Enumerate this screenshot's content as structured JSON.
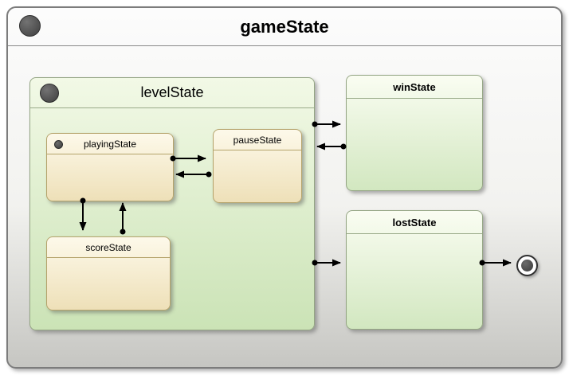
{
  "diagram": {
    "type": "uml-state-machine",
    "root_state": "gameState",
    "states": {
      "gameState": {
        "label": "gameState",
        "kind": "composite-root"
      },
      "levelState": {
        "label": "levelState",
        "kind": "composite"
      },
      "playingState": {
        "label": "playingState",
        "kind": "simple"
      },
      "pauseState": {
        "label": "pauseState",
        "kind": "simple"
      },
      "scoreState": {
        "label": "scoreState",
        "kind": "simple"
      },
      "winState": {
        "label": "winState",
        "kind": "simple"
      },
      "lostState": {
        "label": "lostState",
        "kind": "simple"
      }
    },
    "transitions": [
      {
        "from": "playingState",
        "to": "pauseState"
      },
      {
        "from": "pauseState",
        "to": "playingState"
      },
      {
        "from": "playingState",
        "to": "scoreState"
      },
      {
        "from": "scoreState",
        "to": "playingState"
      },
      {
        "from": "levelState",
        "to": "winState"
      },
      {
        "from": "winState",
        "to": "levelState"
      },
      {
        "from": "levelState",
        "to": "lostState"
      },
      {
        "from": "lostState",
        "to": "final"
      }
    ],
    "colors": {
      "outer_gradient_top": "#fcfcfc",
      "outer_gradient_bottom": "#c6c6c2",
      "outer_border": "#7c7c7c",
      "composite_green_top": "#f2f9e6",
      "composite_green_bottom": "#cbe3b6",
      "green_state_top": "#fafdf2",
      "green_state_bottom": "#d2e7c0",
      "green_border": "#94a584",
      "cream_state_top": "#fdf9ea",
      "cream_state_bottom": "#eee0b8",
      "cream_border": "#b5a36b",
      "initial_dot": "#3e3e3e",
      "arrow": "#000000"
    }
  }
}
